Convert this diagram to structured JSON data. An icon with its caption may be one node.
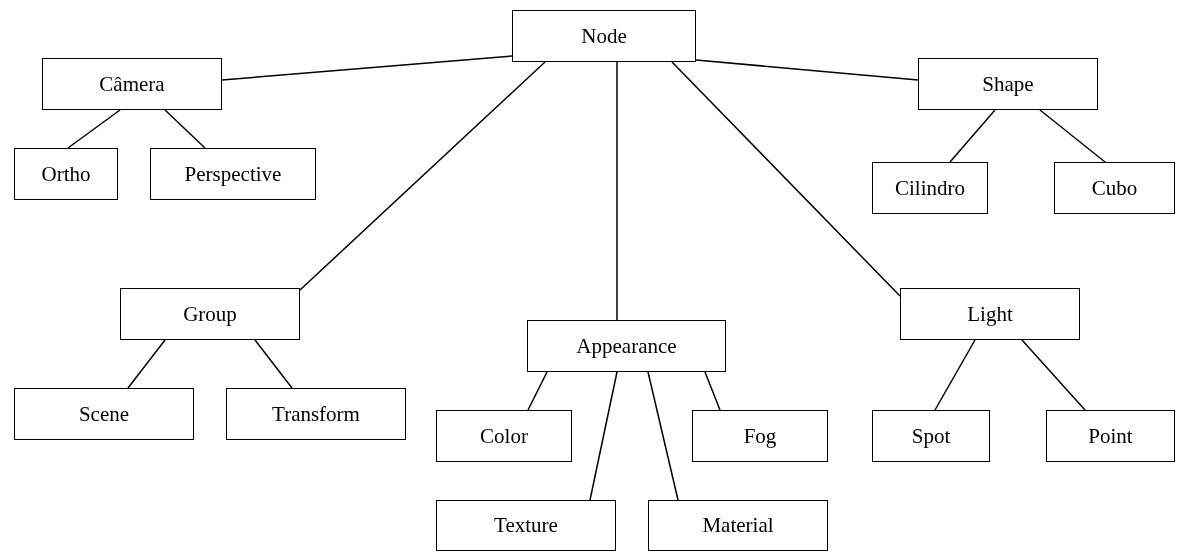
{
  "diagram": {
    "nodes": [
      {
        "text": [
          "Node"
        ]
      },
      {
        "text": [
          "Câmera"
        ]
      },
      {
        "text": [
          "Ortho"
        ]
      },
      {
        "text": [
          "Perspective"
        ]
      },
      {
        "text": [
          "Shape"
        ]
      },
      {
        "text": [
          "Cilindro"
        ]
      },
      {
        "text": [
          "Cubo"
        ]
      },
      {
        "text": [
          "Group"
        ]
      },
      {
        "text": [
          "Scene"
        ]
      },
      {
        "text": [
          "Transform"
        ]
      },
      {
        "text": [
          "Appearance"
        ]
      },
      {
        "text": [
          "Color"
        ]
      },
      {
        "text": [
          "Fog"
        ]
      },
      {
        "text": [
          "Texture"
        ]
      },
      {
        "text": [
          "Material"
        ]
      },
      {
        "text": [
          "Light"
        ]
      },
      {
        "text": [
          "Spot"
        ]
      },
      {
        "text": [
          "Point"
        ]
      }
    ],
    "edges": [
      {
        "from": 0,
        "to": 1,
        "arrow": "none"
      },
      {
        "from": 1,
        "to": 2,
        "arrow": "none"
      },
      {
        "from": 1,
        "to": 3,
        "arrow": "none"
      },
      {
        "from": 0,
        "to": 4,
        "arrow": "none"
      },
      {
        "from": 4,
        "to": 5,
        "arrow": "none"
      },
      {
        "from": 4,
        "to": 6,
        "arrow": "none"
      },
      {
        "from": 0,
        "to": 7,
        "arrow": "none"
      },
      {
        "from": 7,
        "to": 8,
        "arrow": "none"
      },
      {
        "from": 7,
        "to": 9,
        "arrow": "none"
      },
      {
        "from": 0,
        "to": 10,
        "arrow": "none"
      },
      {
        "from": 0,
        "to": 15,
        "arrow": "none"
      },
      {
        "from": 15,
        "to": 16,
        "arrow": "none"
      },
      {
        "from": 15,
        "to": 17,
        "arrow": "none"
      },
      {
        "from": 10,
        "to": 11,
        "arrow": "none"
      },
      {
        "from": 10,
        "to": 13,
        "arrow": "none"
      },
      {
        "from": 10,
        "to": 14,
        "arrow": "none"
      },
      {
        "from": 10,
        "to": 12,
        "arrow": "none"
      }
    ]
  }
}
